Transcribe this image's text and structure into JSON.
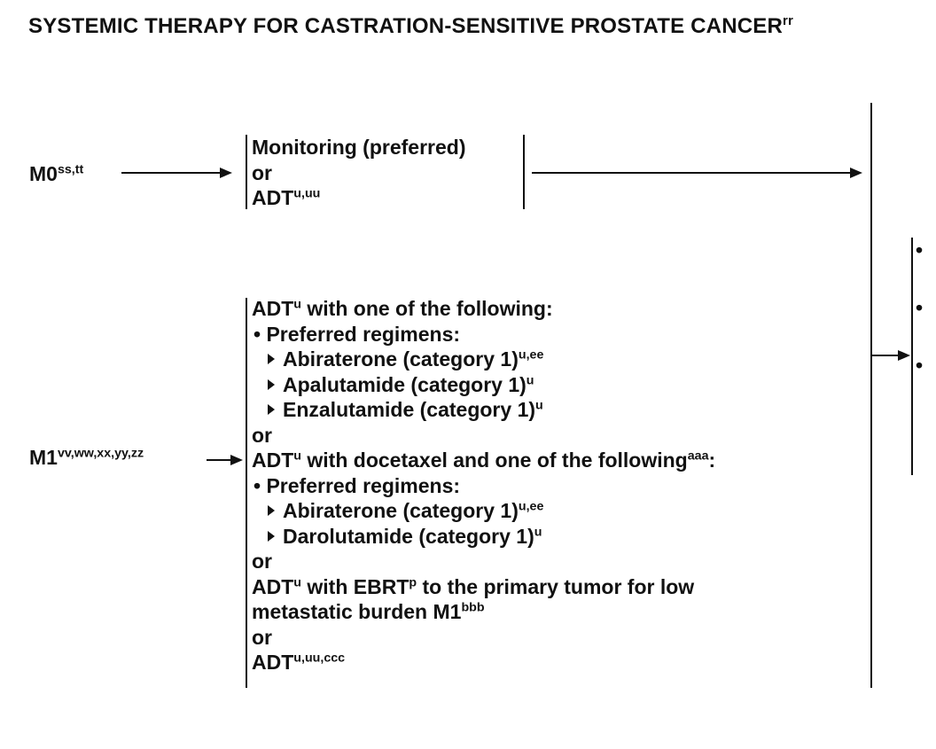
{
  "title": {
    "text": "SYSTEMIC THERAPY FOR CASTRATION-SENSITIVE PROSTATE CANCER",
    "sup": "rr"
  },
  "m0": {
    "label": "M0",
    "label_sup": "ss,tt",
    "box": {
      "line1": "Monitoring (preferred)",
      "line2": "or",
      "line3": "ADT",
      "line3_sup": "u,uu"
    }
  },
  "m1": {
    "label": "M1",
    "label_sup": "vv,ww,xx,yy,zz",
    "box": {
      "a_head": "ADT",
      "a_head_sup": "u",
      "a_head_rest": " with one of the following:",
      "a_pref": "Preferred regimens:",
      "a_items": [
        {
          "text": "Abiraterone (category 1)",
          "sup": "u,ee"
        },
        {
          "text": "Apalutamide (category 1)",
          "sup": "u"
        },
        {
          "text": "Enzalutamide (category 1)",
          "sup": "u"
        }
      ],
      "or1": "or",
      "b_head": "ADT",
      "b_head_sup": "u",
      "b_head_rest": " with docetaxel and one of the following",
      "b_head_sup2": "aaa",
      "b_head_end": ":",
      "b_pref": "Preferred regimens:",
      "b_items": [
        {
          "text": "Abiraterone (category 1)",
          "sup": "u,ee"
        },
        {
          "text": "Darolutamide (category 1)",
          "sup": "u"
        }
      ],
      "or2": "or",
      "c_line1_a": "ADT",
      "c_line1_sup1": "u",
      "c_line1_b": " with EBRT",
      "c_line1_sup2": "p",
      "c_line1_c": " to the primary tumor for low",
      "c_line2": "metastatic burden M1",
      "c_line2_sup": "bbb",
      "or3": "or",
      "d_line": "ADT",
      "d_line_sup": "u,uu,ccc"
    }
  }
}
